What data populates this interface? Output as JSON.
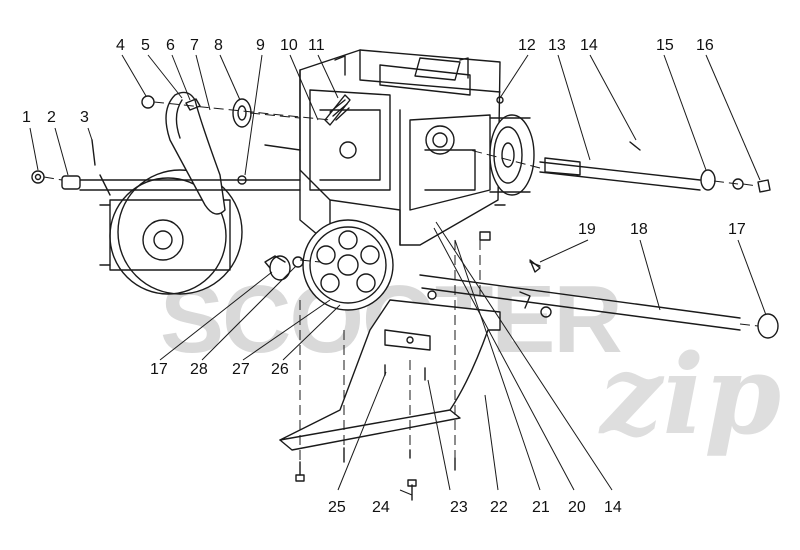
{
  "callouts_top": [
    "1",
    "2",
    "3",
    "4",
    "5",
    "6",
    "7",
    "8",
    "9",
    "10",
    "11",
    "12",
    "13",
    "14",
    "15",
    "16"
  ],
  "callouts_mid": [
    "19",
    "18",
    "17"
  ],
  "callouts_lower_left": [
    "17",
    "28",
    "27",
    "26"
  ],
  "callouts_bottom": [
    "25",
    "24",
    "23",
    "22",
    "21",
    "20",
    "14"
  ],
  "watermark": {
    "text": "SCOOTER",
    "text2": "zip"
  },
  "colors": {
    "line": "#1a1a1a",
    "watermark": "#d9d9d9",
    "fill": "#ffffff",
    "shade": "#e8e8e8"
  }
}
